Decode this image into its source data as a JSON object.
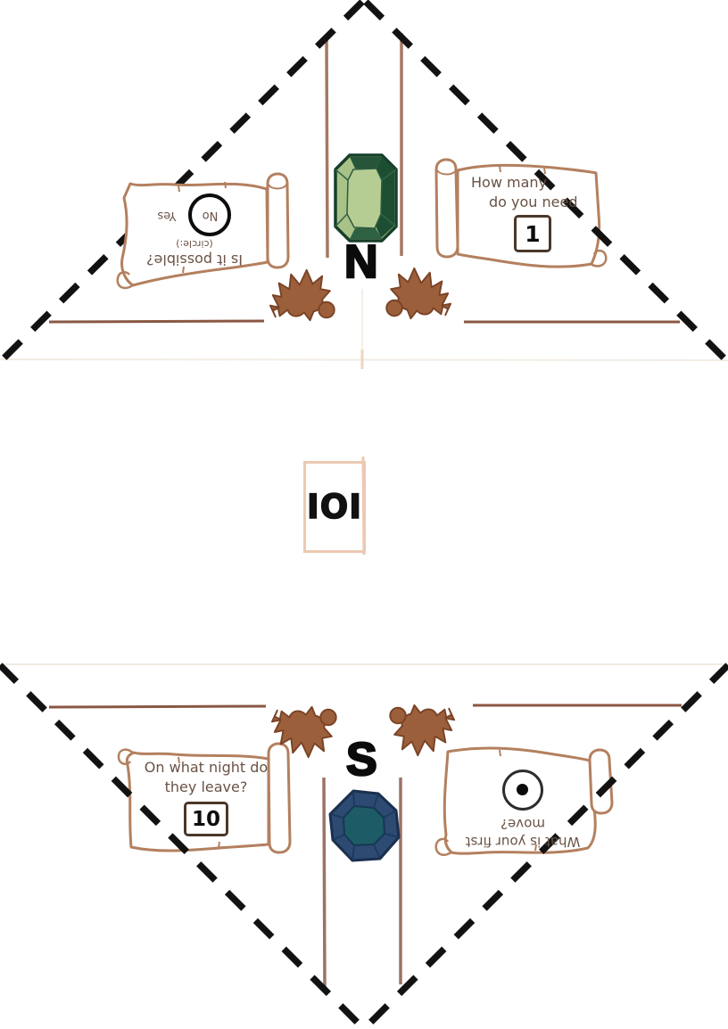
{
  "compass": {
    "north_label": "N",
    "south_label": "S"
  },
  "center_card": {
    "code": "IOI"
  },
  "scrolls": {
    "top_left": {
      "orientation": "upside-down",
      "line1": "Is it possible?",
      "line2": "(circle:)",
      "option_circled": "No",
      "option_other": "Yes"
    },
    "top_right": {
      "line1": "How many",
      "line2": "do you need",
      "answer": "1"
    },
    "bottom_left": {
      "line1": "On what night do",
      "line2": "they leave?",
      "answer": "10"
    },
    "bottom_right": {
      "orientation": "upside-down",
      "line1": "What is your first",
      "line2": "move?",
      "answer_symbol": "circled-dot"
    }
  },
  "icons": {
    "north_gem": "green-emerald-gem-icon",
    "south_gem": "blue-round-gem-icon",
    "corner_ornament": "leaf-with-berry-icon",
    "answer_symbol": "circled-dot-icon"
  },
  "colors": {
    "dashed_line": "#121212",
    "scroll_outline": "#b3805f",
    "handwriting": "#6a5245",
    "leaf": "#9c5f3b",
    "leaf_outline": "#7a4326",
    "boundary_line": "#8a5743",
    "road_line": "#a57863",
    "gem_green_light": "#a9c287",
    "gem_green_dark": "#1c4e33",
    "gem_blue_outer": "#2c4a72",
    "gem_blue_inner": "#1d5c66",
    "center_card_outline": "#ecc9b3",
    "letters": "#0b0b0b"
  }
}
